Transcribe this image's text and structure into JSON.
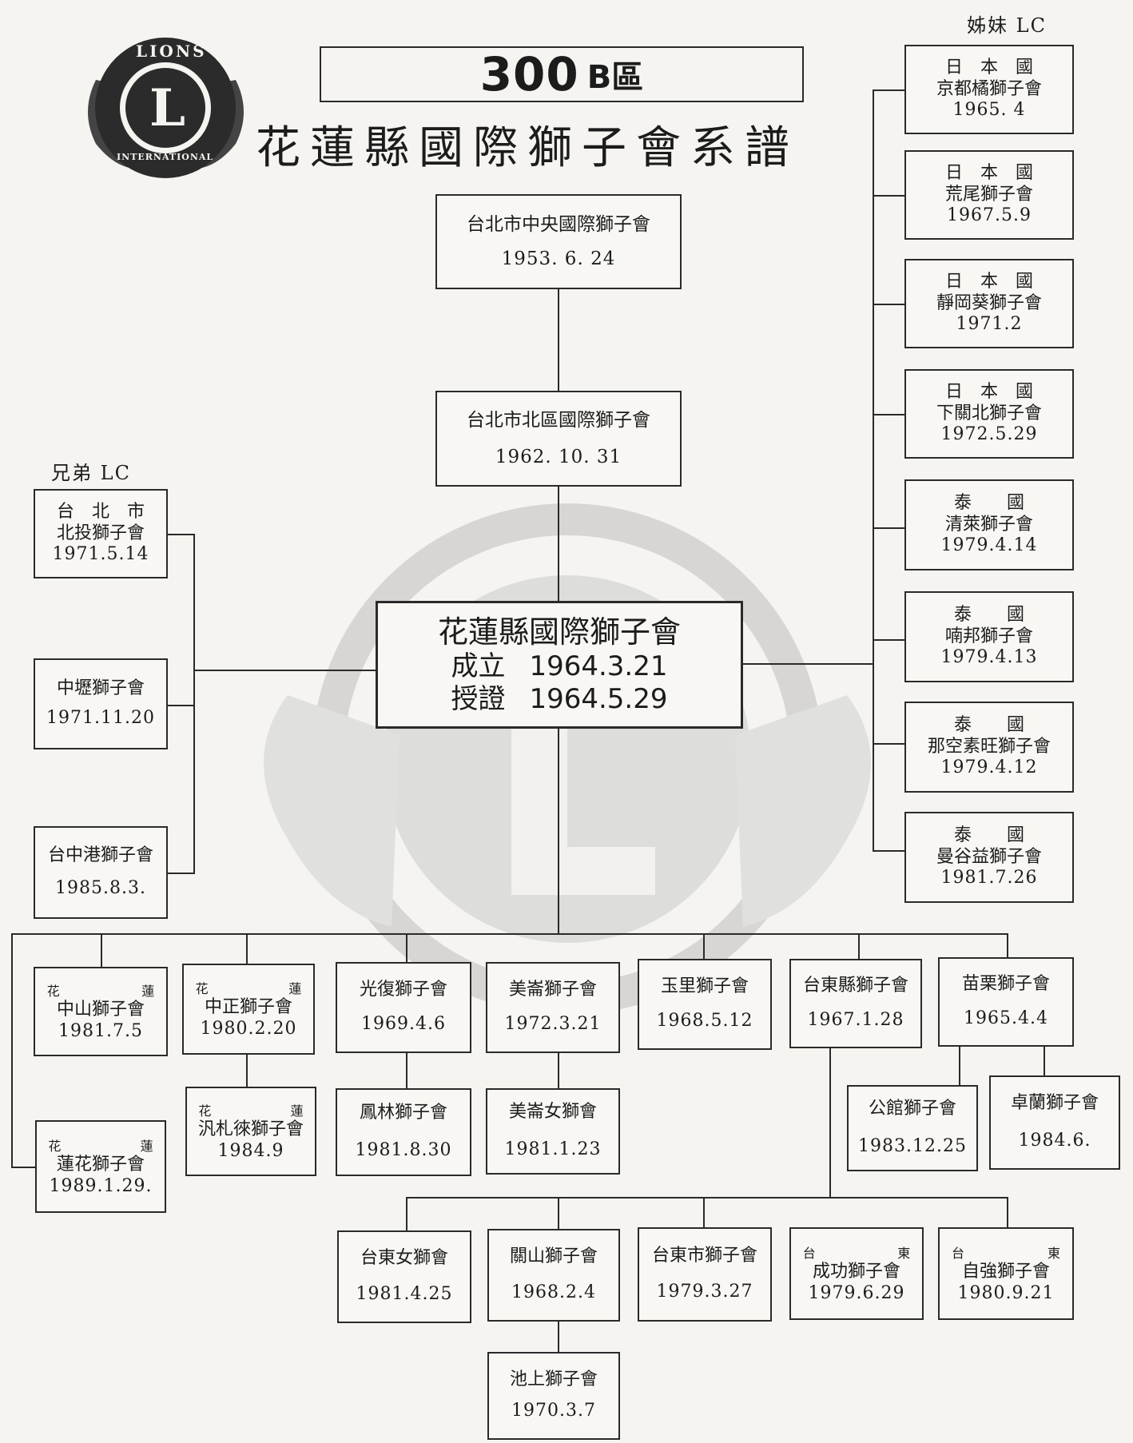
{
  "logo": {
    "text_top": "LIONS",
    "letter": "L",
    "text_bottom": "INTERNATIONAL"
  },
  "header": {
    "district_number": "300",
    "district_suffix": "B區",
    "title": "花蓮縣國際獅子會系譜"
  },
  "labels": {
    "sister": "姊妹 LC",
    "brother": "兄弟 LC"
  },
  "lineage": [
    {
      "name": "台北市中央國際獅子會",
      "date": "1953. 6. 24"
    },
    {
      "name": "台北市北區國際獅子會",
      "date": "1962. 10. 31"
    }
  ],
  "center": {
    "name": "花蓮縣國際獅子會",
    "founded_label": "成立",
    "founded": "1964.3.21",
    "chartered_label": "授證",
    "chartered": "1964.5.29"
  },
  "brother_clubs": [
    {
      "l1": "台　北　市",
      "l2": "北投獅子會",
      "date": "1971.5.14"
    },
    {
      "l1": "中壢獅子會",
      "date": "1971.11.20"
    },
    {
      "l1": "台中港獅子會",
      "date": "1985.8.3."
    }
  ],
  "sister_clubs": [
    {
      "country": "日　本　國",
      "name": "京都橘獅子會",
      "date": "1965. 4"
    },
    {
      "country": "日　本　國",
      "name": "荒尾獅子會",
      "date": "1967.5.9"
    },
    {
      "country": "日　本　國",
      "name": "靜岡葵獅子會",
      "date": "1971.2"
    },
    {
      "country": "日　本　國",
      "name": "下關北獅子會",
      "date": "1972.5.29"
    },
    {
      "country": "泰　　國",
      "name": "清萊獅子會",
      "date": "1979.4.14"
    },
    {
      "country": "泰　　國",
      "name": "喃邦獅子會",
      "date": "1979.4.13"
    },
    {
      "country": "泰　　國",
      "name": "那空素旺獅子會",
      "date": "1979.4.12"
    },
    {
      "country": "泰　　國",
      "name": "曼谷益獅子會",
      "date": "1981.7.26"
    }
  ],
  "sponsored": [
    {
      "a": "花",
      "b": "蓮",
      "name": "中山獅子會",
      "date": "1981.7.5"
    },
    {
      "a": "花",
      "b": "蓮",
      "name": "中正獅子會",
      "date": "1980.2.20"
    },
    {
      "name": "光復獅子會",
      "date": "1969.4.6"
    },
    {
      "name": "美崙獅子會",
      "date": "1972.3.21"
    },
    {
      "name": "玉里獅子會",
      "date": "1968.5.12"
    },
    {
      "name": "台東縣獅子會",
      "date": "1967.1.28"
    },
    {
      "name": "苗栗獅子會",
      "date": "1965.4.4"
    },
    {
      "a": "花",
      "b": "蓮",
      "name": "蓮花獅子會",
      "date": "1989.1.29."
    },
    {
      "a": "花",
      "b": "蓮",
      "name": "汎札徠獅子會",
      "date": "1984.9"
    },
    {
      "name": "鳳林獅子會",
      "date": "1981.8.30"
    },
    {
      "name": "美崙女獅會",
      "date": "1981.1.23"
    },
    {
      "name": "公館獅子會",
      "date": "1983.12.25"
    },
    {
      "name": "卓蘭獅子會",
      "date": "1984.6."
    }
  ],
  "taitung": [
    {
      "name": "台東女獅會",
      "date": "1981.4.25"
    },
    {
      "name": "關山獅子會",
      "date": "1968.2.4"
    },
    {
      "name": "台東市獅子會",
      "date": "1979.3.27"
    },
    {
      "a": "台",
      "b": "東",
      "name": "成功獅子會",
      "date": "1979.6.29"
    },
    {
      "a": "台",
      "b": "東",
      "name": "自強獅子會",
      "date": "1980.9.21"
    },
    {
      "name": "池上獅子會",
      "date": "1970.3.7"
    }
  ]
}
